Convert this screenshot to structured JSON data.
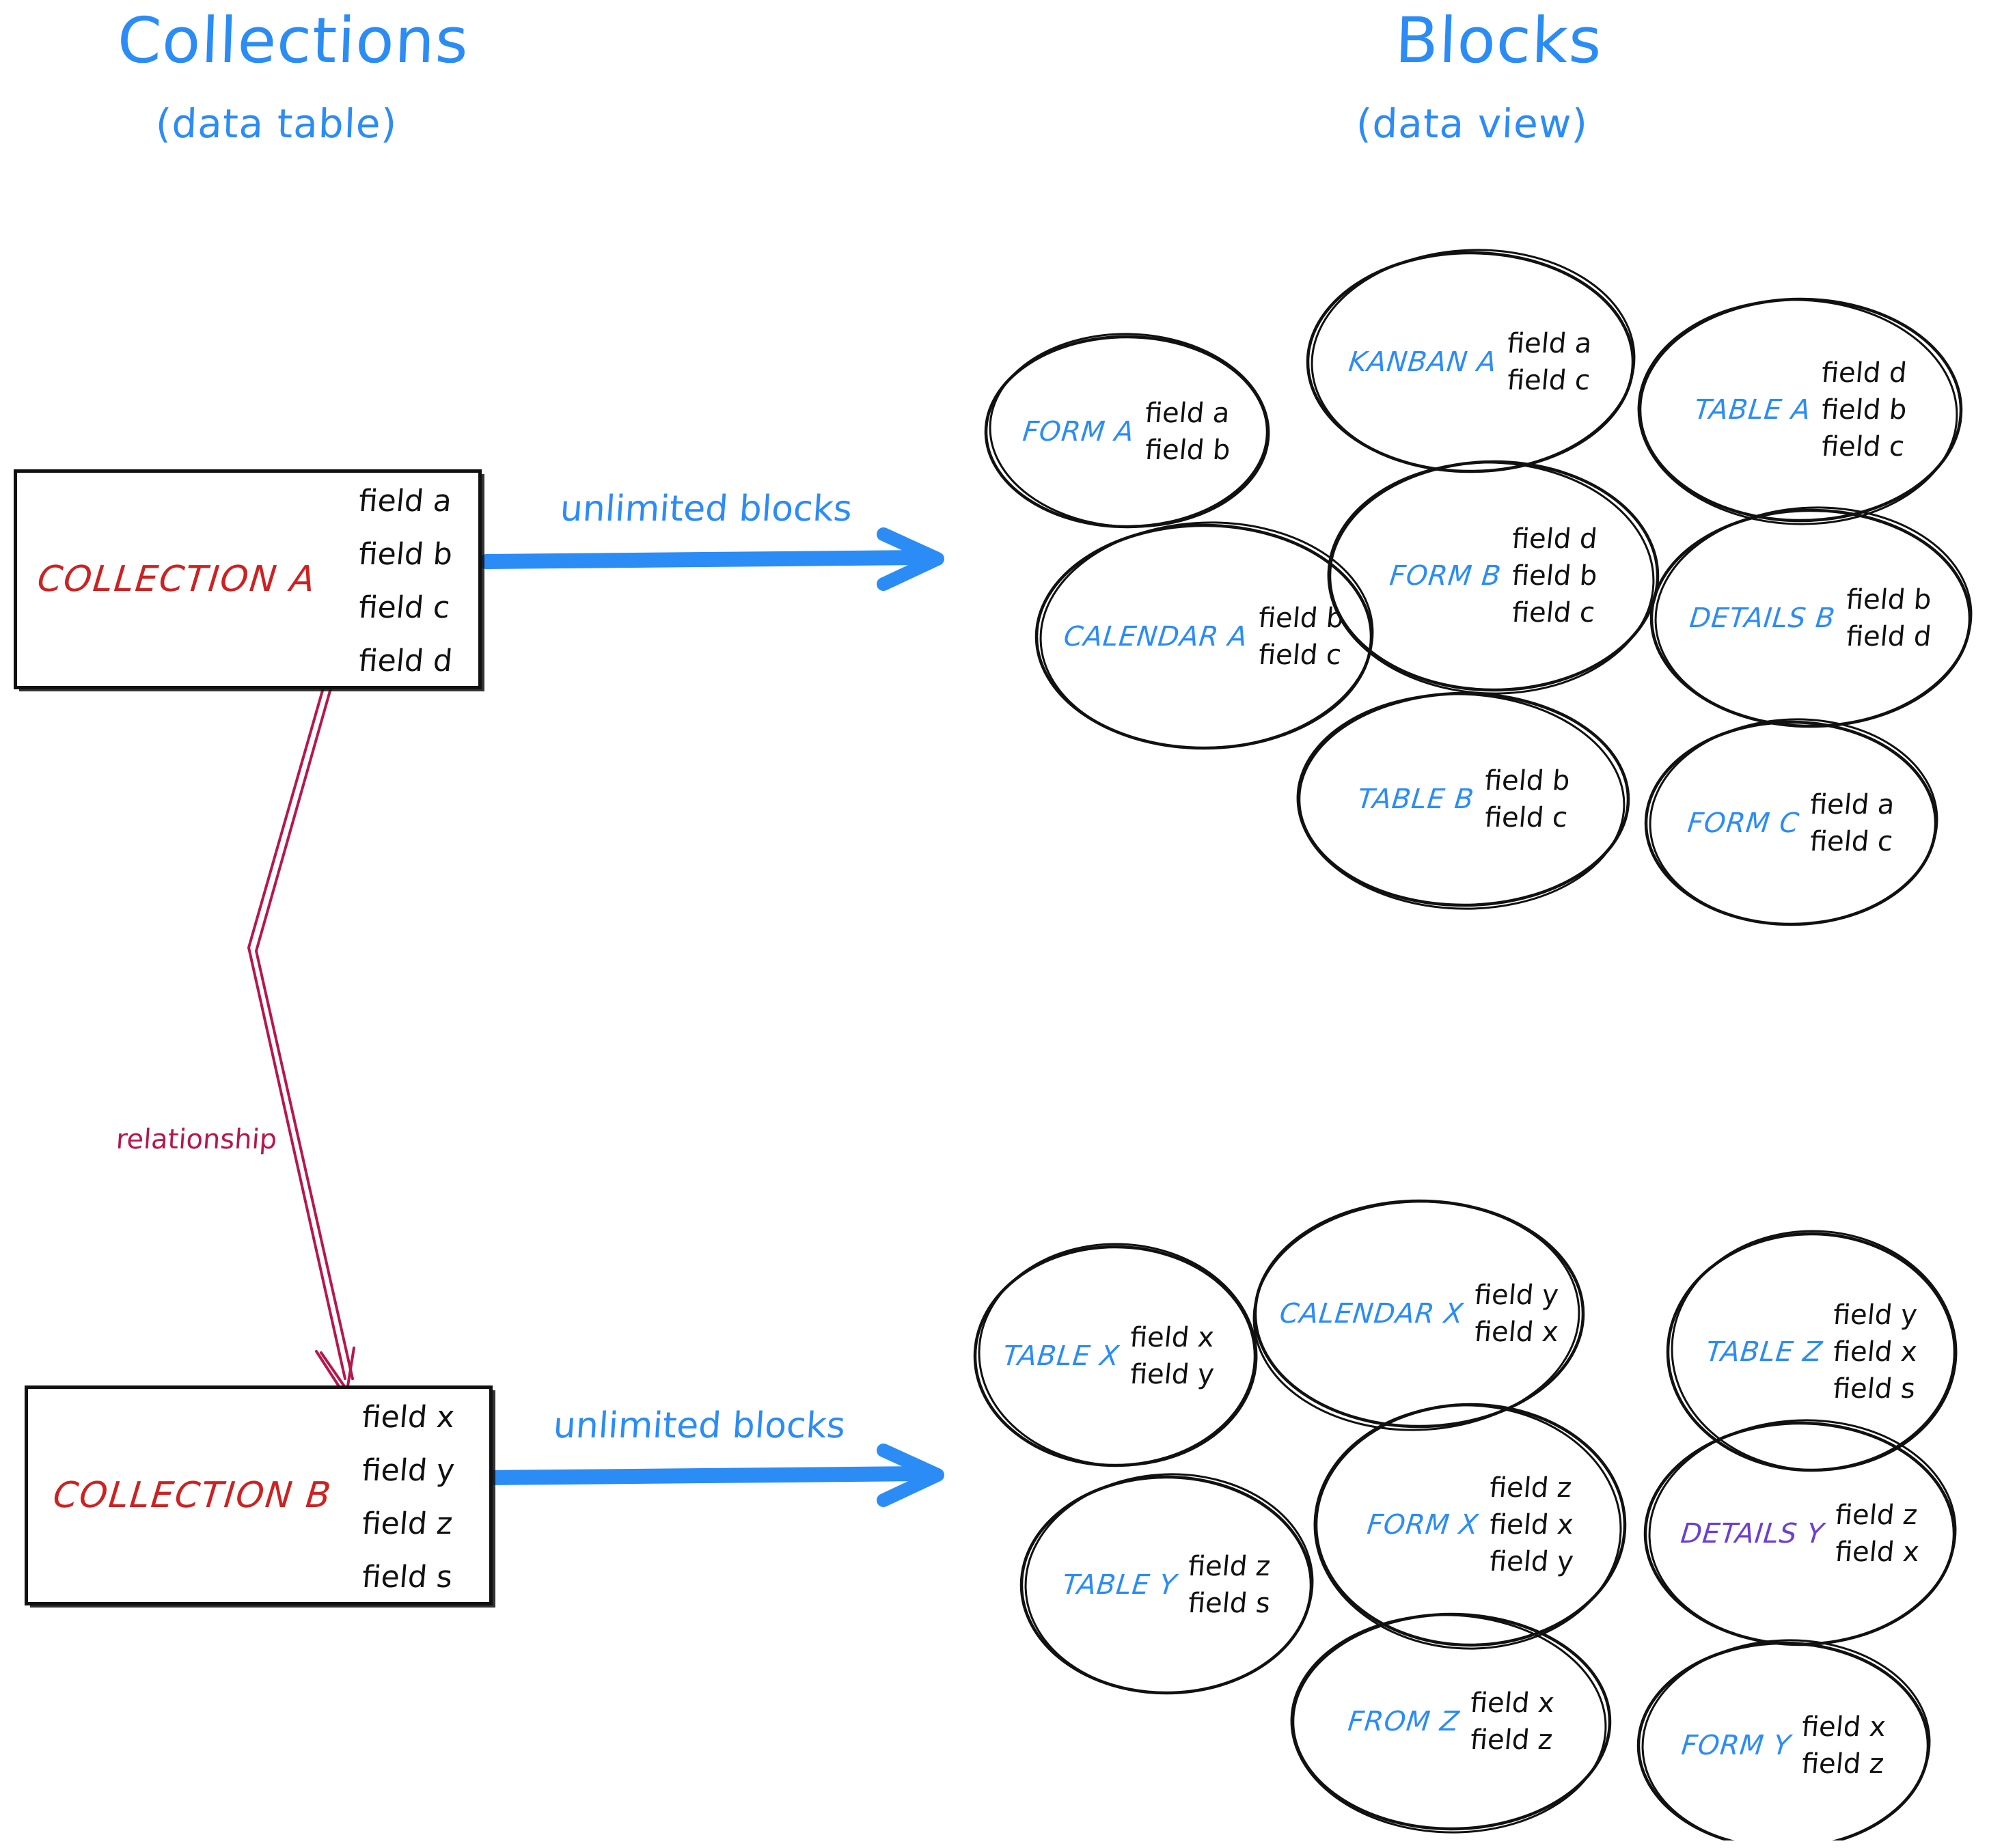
{
  "headings": {
    "left": {
      "main": "Collections",
      "sub": "(data table)"
    },
    "right": {
      "main": "Blocks",
      "sub": "(data view)"
    }
  },
  "colors": {
    "accent_blue": "#2B8CF5",
    "collection_red": "#CC2222",
    "relationship_crimson": "#B5184C",
    "details_purple": "#6B3FD4",
    "ink_black": "#111111"
  },
  "collections": [
    {
      "id": "collection-a",
      "name": "COLLECTION A",
      "fields": [
        "field a",
        "field b",
        "field c",
        "field d"
      ],
      "arrow_label": "unlimited blocks"
    },
    {
      "id": "collection-b",
      "name": "COLLECTION B",
      "fields": [
        "field x",
        "field y",
        "field z",
        "field s"
      ],
      "arrow_label": "unlimited blocks"
    }
  ],
  "relationship": {
    "label": "relationship"
  },
  "block_groups": [
    {
      "id": "blocks-a",
      "for_collection": "COLLECTION A",
      "blocks": [
        {
          "name": "FORM A",
          "color": "blue",
          "fields": [
            "field a",
            "field b"
          ]
        },
        {
          "name": "KANBAN A",
          "color": "blue",
          "fields": [
            "field a",
            "field c"
          ]
        },
        {
          "name": "TABLE A",
          "color": "blue",
          "fields": [
            "field d",
            "field b",
            "field c"
          ]
        },
        {
          "name": "CALENDAR A",
          "color": "blue",
          "fields": [
            "field b",
            "field c"
          ]
        },
        {
          "name": "FORM B",
          "color": "blue",
          "fields": [
            "field d",
            "field b",
            "field c"
          ]
        },
        {
          "name": "DETAILS B",
          "color": "blue",
          "fields": [
            "field b",
            "field d"
          ]
        },
        {
          "name": "TABLE B",
          "color": "blue",
          "fields": [
            "field b",
            "field c"
          ]
        },
        {
          "name": "FORM C",
          "color": "blue",
          "fields": [
            "field a",
            "field c"
          ]
        }
      ]
    },
    {
      "id": "blocks-b",
      "for_collection": "COLLECTION B",
      "blocks": [
        {
          "name": "TABLE X",
          "color": "blue",
          "fields": [
            "field x",
            "field y"
          ]
        },
        {
          "name": "CALENDAR X",
          "color": "blue",
          "fields": [
            "field y",
            "field x"
          ]
        },
        {
          "name": "TABLE Z",
          "color": "blue",
          "fields": [
            "field y",
            "field x",
            "field s"
          ]
        },
        {
          "name": "TABLE Y",
          "color": "blue",
          "fields": [
            "field z",
            "field s"
          ]
        },
        {
          "name": "FORM X",
          "color": "blue",
          "fields": [
            "field z",
            "field x",
            "field y"
          ]
        },
        {
          "name": "DETAILS Y",
          "color": "purple",
          "fields": [
            "field z",
            "field x"
          ]
        },
        {
          "name": "FROM Z",
          "color": "blue",
          "fields": [
            "field x",
            "field z"
          ]
        },
        {
          "name": "FORM Y",
          "color": "blue",
          "fields": [
            "field x",
            "field z"
          ]
        }
      ]
    }
  ]
}
